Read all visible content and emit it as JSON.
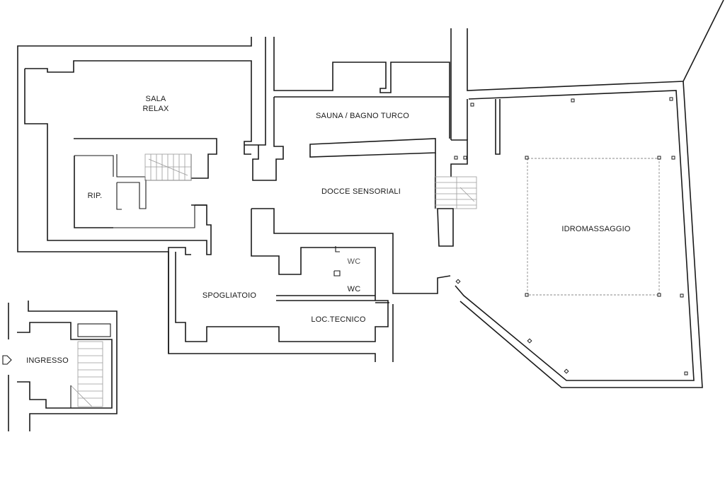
{
  "rooms": {
    "sala_relax_line1": "SALA",
    "sala_relax_line2": "RELAX",
    "sauna": "SAUNA / BAGNO TURCO",
    "ripostiglio": "RIP.",
    "docce": "DOCCE SENSORIALI",
    "idromassaggio": "IDROMASSAGGIO",
    "wc_upper": "WC",
    "wc_lower": "WC",
    "spogliatoio": "SPOGLIATOIO",
    "loc_tecnico": "LOC.TECNICO",
    "ingresso": "INGRESSO"
  }
}
